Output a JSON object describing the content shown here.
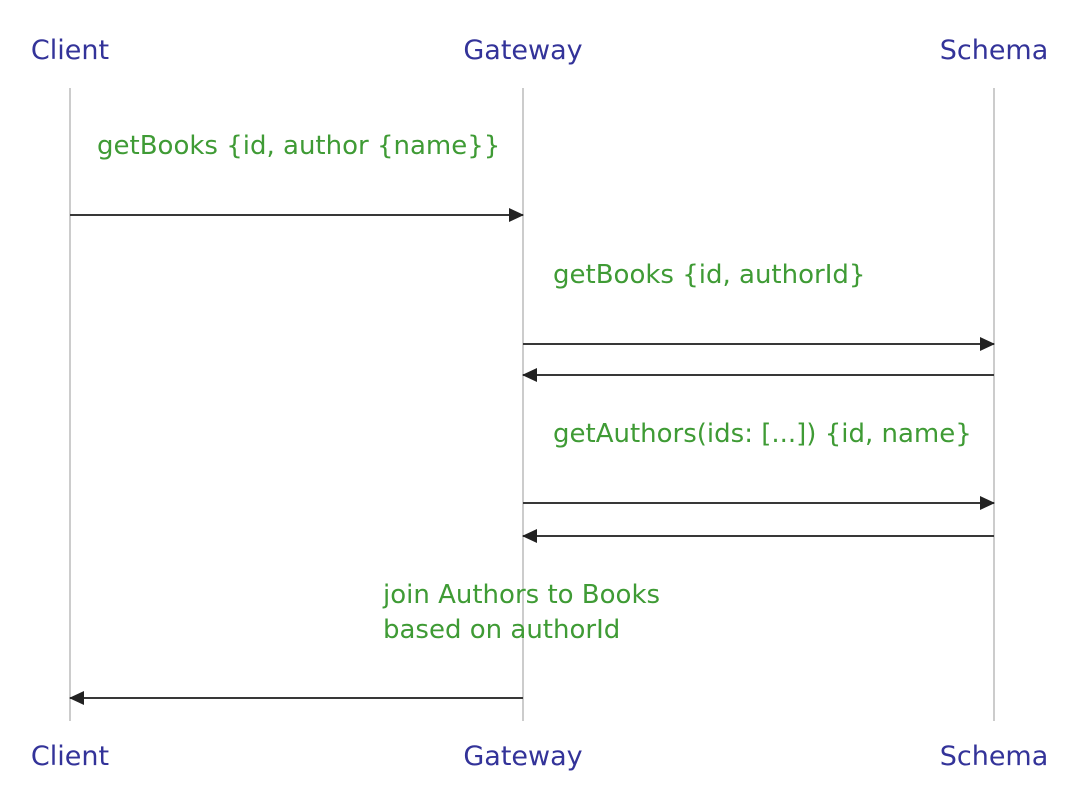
{
  "diagram": {
    "type": "sequence",
    "colors": {
      "actor_text": "#333399",
      "message_text": "#3f9b35",
      "arrow_line": "#383838",
      "lifeline": "#cccccc",
      "background": "#ffffff"
    },
    "actors": [
      {
        "name": "Client"
      },
      {
        "name": "Gateway"
      },
      {
        "name": "Schema"
      }
    ],
    "messages": [
      {
        "from": "Client",
        "to": "Gateway",
        "label": "getBooks {id, author {name}}"
      },
      {
        "from": "Gateway",
        "to": "Schema",
        "label": "getBooks {id, authorId}"
      },
      {
        "from": "Schema",
        "to": "Gateway",
        "label": ""
      },
      {
        "from": "Gateway",
        "to": "Schema",
        "label": "getAuthors(ids: [...]) {id, name}"
      },
      {
        "from": "Schema",
        "to": "Gateway",
        "label": ""
      },
      {
        "from": "Gateway",
        "to": "Client",
        "label": ""
      }
    ],
    "note": {
      "text": "join Authors to Books\nbased on authorId"
    }
  }
}
